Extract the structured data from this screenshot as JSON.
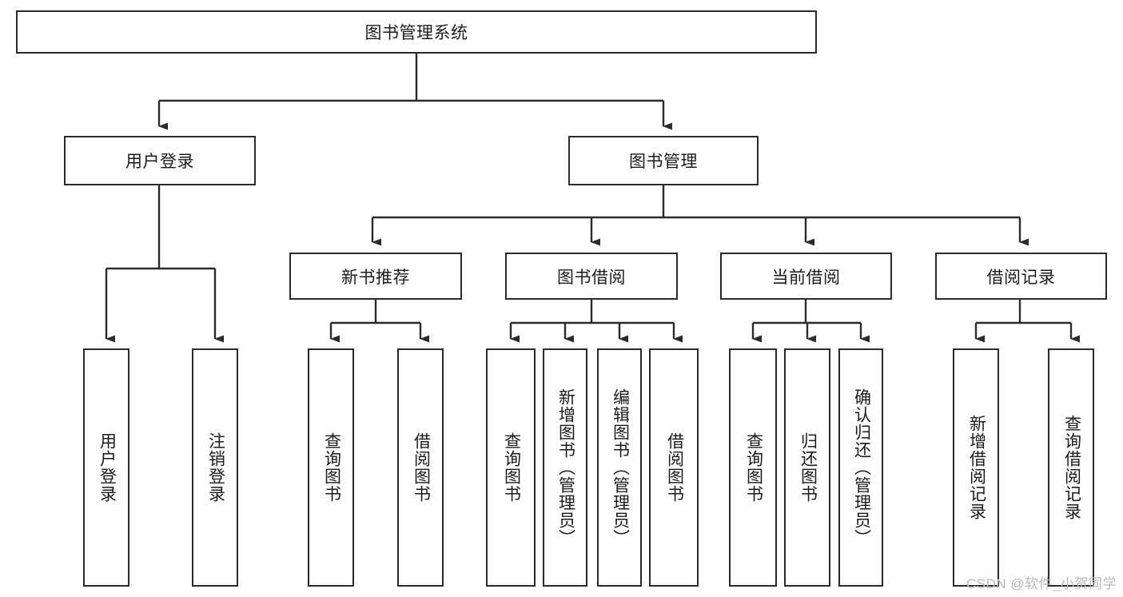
{
  "diagram": {
    "title": "图书管理系统",
    "type": "tree-hierarchy-diagram",
    "colors": {
      "box_border": "#2b2b2b",
      "box_fill": "#ffffff",
      "edge": "#2b2b2b",
      "text": "#1b1b1b",
      "watermark": "#b9b9b9"
    },
    "root": {
      "label": "图书管理系统"
    },
    "level2": [
      {
        "label": "用户登录"
      },
      {
        "label": "图书管理"
      }
    ],
    "level3": [
      {
        "label": "新书推荐"
      },
      {
        "label": "图书借阅"
      },
      {
        "label": "当前借阅"
      },
      {
        "label": "借阅记录"
      }
    ],
    "leaves": {
      "user_login": [
        {
          "label": "用户登录"
        },
        {
          "label": "注销登录"
        }
      ],
      "new_book_recommend": [
        {
          "label": "查询图书"
        },
        {
          "label": "借阅图书"
        }
      ],
      "book_borrow": [
        {
          "label": "查询图书"
        },
        {
          "label": "新增图书（管理员）"
        },
        {
          "label": "编辑图书（管理员）"
        },
        {
          "label": "借阅图书"
        }
      ],
      "current_borrow": [
        {
          "label": "查询图书"
        },
        {
          "label": "归还图书"
        },
        {
          "label": "确认归还（管理员）"
        }
      ],
      "borrow_record": [
        {
          "label": "新增借阅记录"
        },
        {
          "label": "查询借阅记录"
        }
      ]
    }
  },
  "watermark": {
    "text": "CSDN @软件_小贺同学"
  }
}
